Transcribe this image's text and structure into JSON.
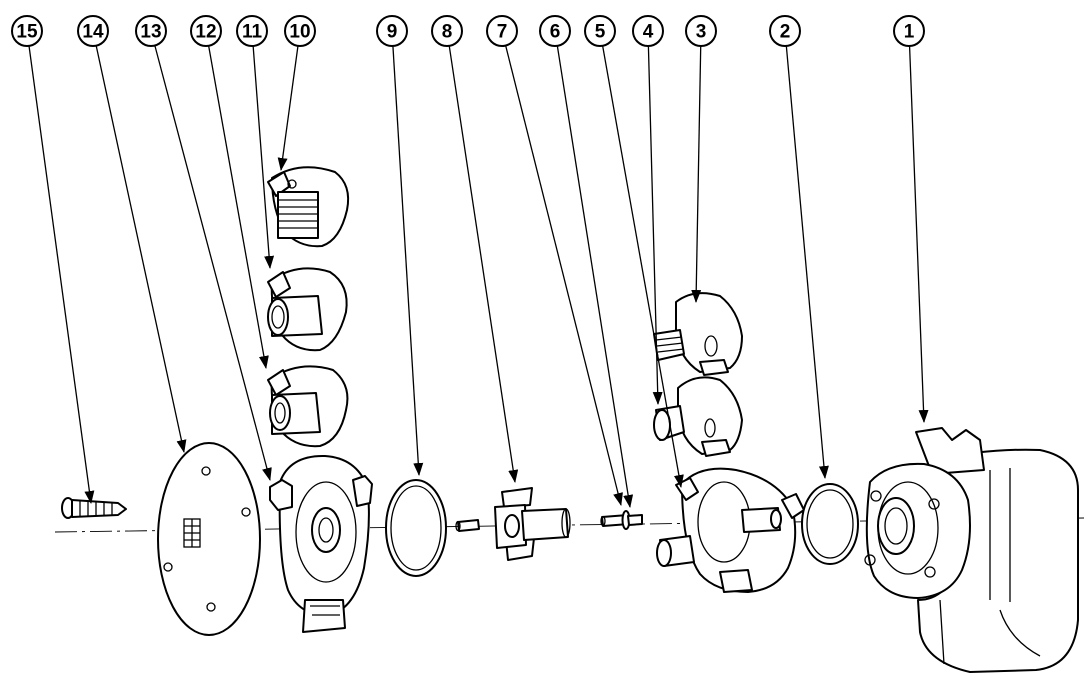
{
  "callouts": [
    {
      "label": "15"
    },
    {
      "label": "14"
    },
    {
      "label": "13"
    },
    {
      "label": "12"
    },
    {
      "label": "11"
    },
    {
      "label": "10"
    },
    {
      "label": "9"
    },
    {
      "label": "8"
    },
    {
      "label": "7"
    },
    {
      "label": "6"
    },
    {
      "label": "5"
    },
    {
      "label": "4"
    },
    {
      "label": "3"
    },
    {
      "label": "2"
    },
    {
      "label": "1"
    }
  ],
  "colors": {
    "line": "#000000",
    "background": "#ffffff",
    "shade": "#bdbdbd"
  }
}
